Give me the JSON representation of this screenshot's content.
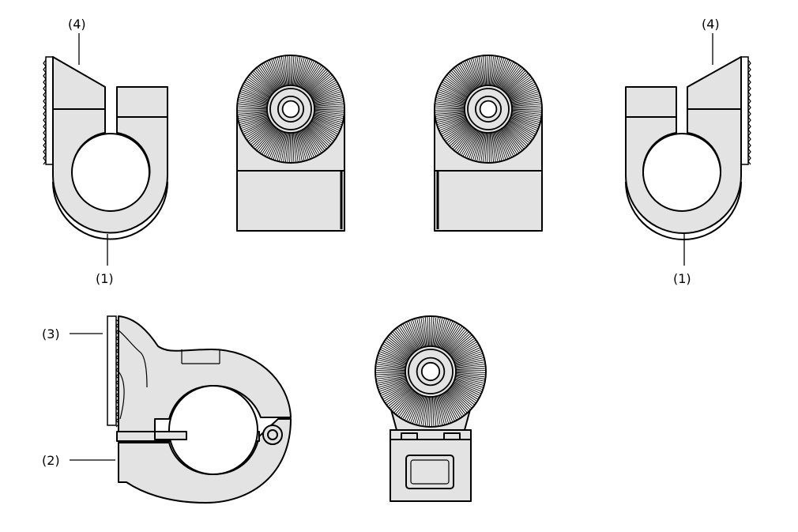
{
  "labels": {
    "front_left_top": "(4)",
    "front_left_bottom": "(1)",
    "front_right_top": "(4)",
    "front_right_bottom": "(1)",
    "side_open_upper": "(3)",
    "side_open_lower": "(2)"
  },
  "colors": {
    "part_fill": "#e3e3e3",
    "outline": "#000000",
    "background": "#ffffff"
  }
}
